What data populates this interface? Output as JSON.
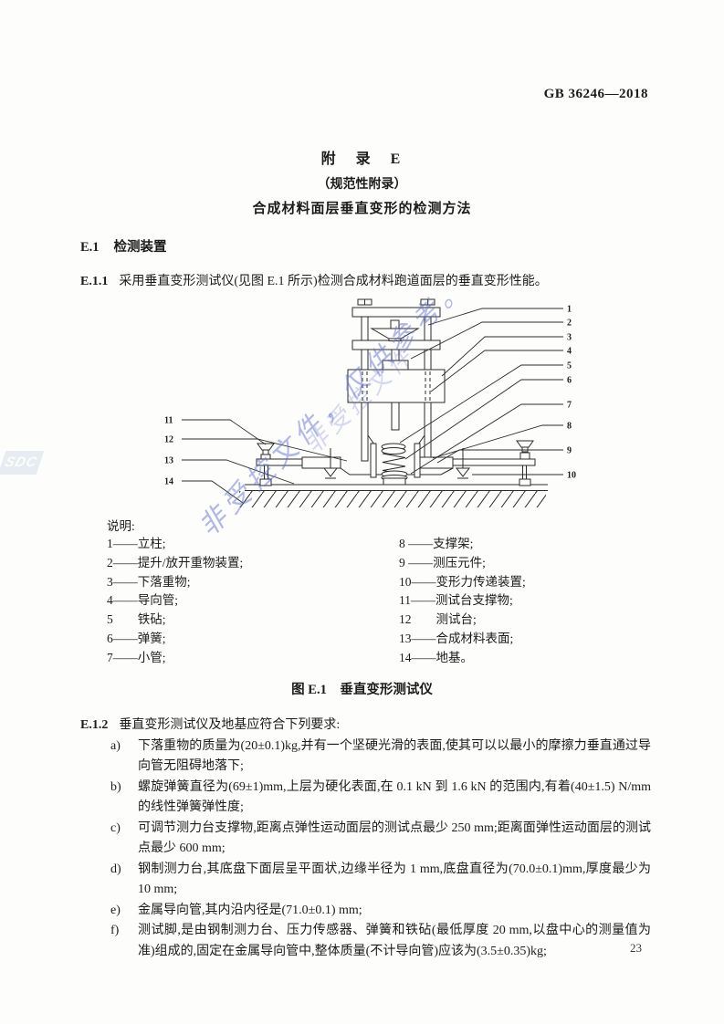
{
  "page": {
    "header_right": "GB 36246—2018",
    "page_number": "23"
  },
  "title": {
    "line1": "附　录　E",
    "line2": "（规范性附录）",
    "line3": "合成材料面层垂直变形的检测方法"
  },
  "e1": {
    "heading_num": "E.1",
    "heading_label": "检测装置",
    "p_num": "E.1.1",
    "p_text": "采用垂直变形测试仪(见图 E.1 所示)检测合成材料跑道面层的垂直变形性能。"
  },
  "figure": {
    "legend_title": "说明:",
    "legend_left": [
      "1——立柱;",
      "2——提升/放开重物装置;",
      "3——下落重物;",
      "4——导向管;",
      "5　　铁砧;",
      "6——弹簧;",
      "7——小管;"
    ],
    "legend_right": [
      "8 ——支撑架;",
      "9 ——测压元件;",
      "10——变形力传递装置;",
      "11——测试台支撑物;",
      "12　　测试台;",
      "13——合成材料表面;",
      "14——地基。"
    ],
    "caption": "图 E.1　垂直变形测试仪",
    "callouts": [
      "1",
      "2",
      "3",
      "4",
      "5",
      "6",
      "7",
      "8",
      "9",
      "10",
      "11",
      "12",
      "13",
      "14"
    ]
  },
  "e12": {
    "num": "E.1.2",
    "heading": "垂直变形测试仪及地基应符合下列要求:",
    "items": [
      {
        "label": "a)",
        "text": "下落重物的质量为(20±0.1)kg,并有一个坚硬光滑的表面,使其可以以最小的摩擦力垂直通过导向管无阻碍地落下;"
      },
      {
        "label": "b)",
        "text": "螺旋弹簧直径为(69±1)mm,上层为硬化表面,在 0.1 kN 到 1.6 kN 的范围内,有着(40±1.5) N/mm 的线性弹簧弹性度;"
      },
      {
        "label": "c)",
        "text": "可调节测力台支撑物,距离点弹性运动面层的测试点最少 250 mm;距离面弹性运动面层的测试点最少 600 mm;"
      },
      {
        "label": "d)",
        "text": "钢制测力台,其底盘下面层呈平面状,边缘半径为 1 mm,底盘直径为(70.0±0.1)mm,厚度最少为 10 mm;"
      },
      {
        "label": "e)",
        "text": "金属导向管,其内沿内径是(71.0±0.1) mm;"
      },
      {
        "label": "f)",
        "text": "测试脚,是由钢制测力台、压力传感器、弹簧和铁砧(最低厚度 20 mm,以盘中心的测量值为准)组成的,固定在金属导向管中,整体质量(不计导向管)应该为(3.5±0.35)kg;"
      }
    ]
  },
  "watermark": {
    "text": "非受控文件，仅供参考。",
    "text2": "非受控文件",
    "logo": "SDC",
    "color": "#5f6ec6"
  }
}
